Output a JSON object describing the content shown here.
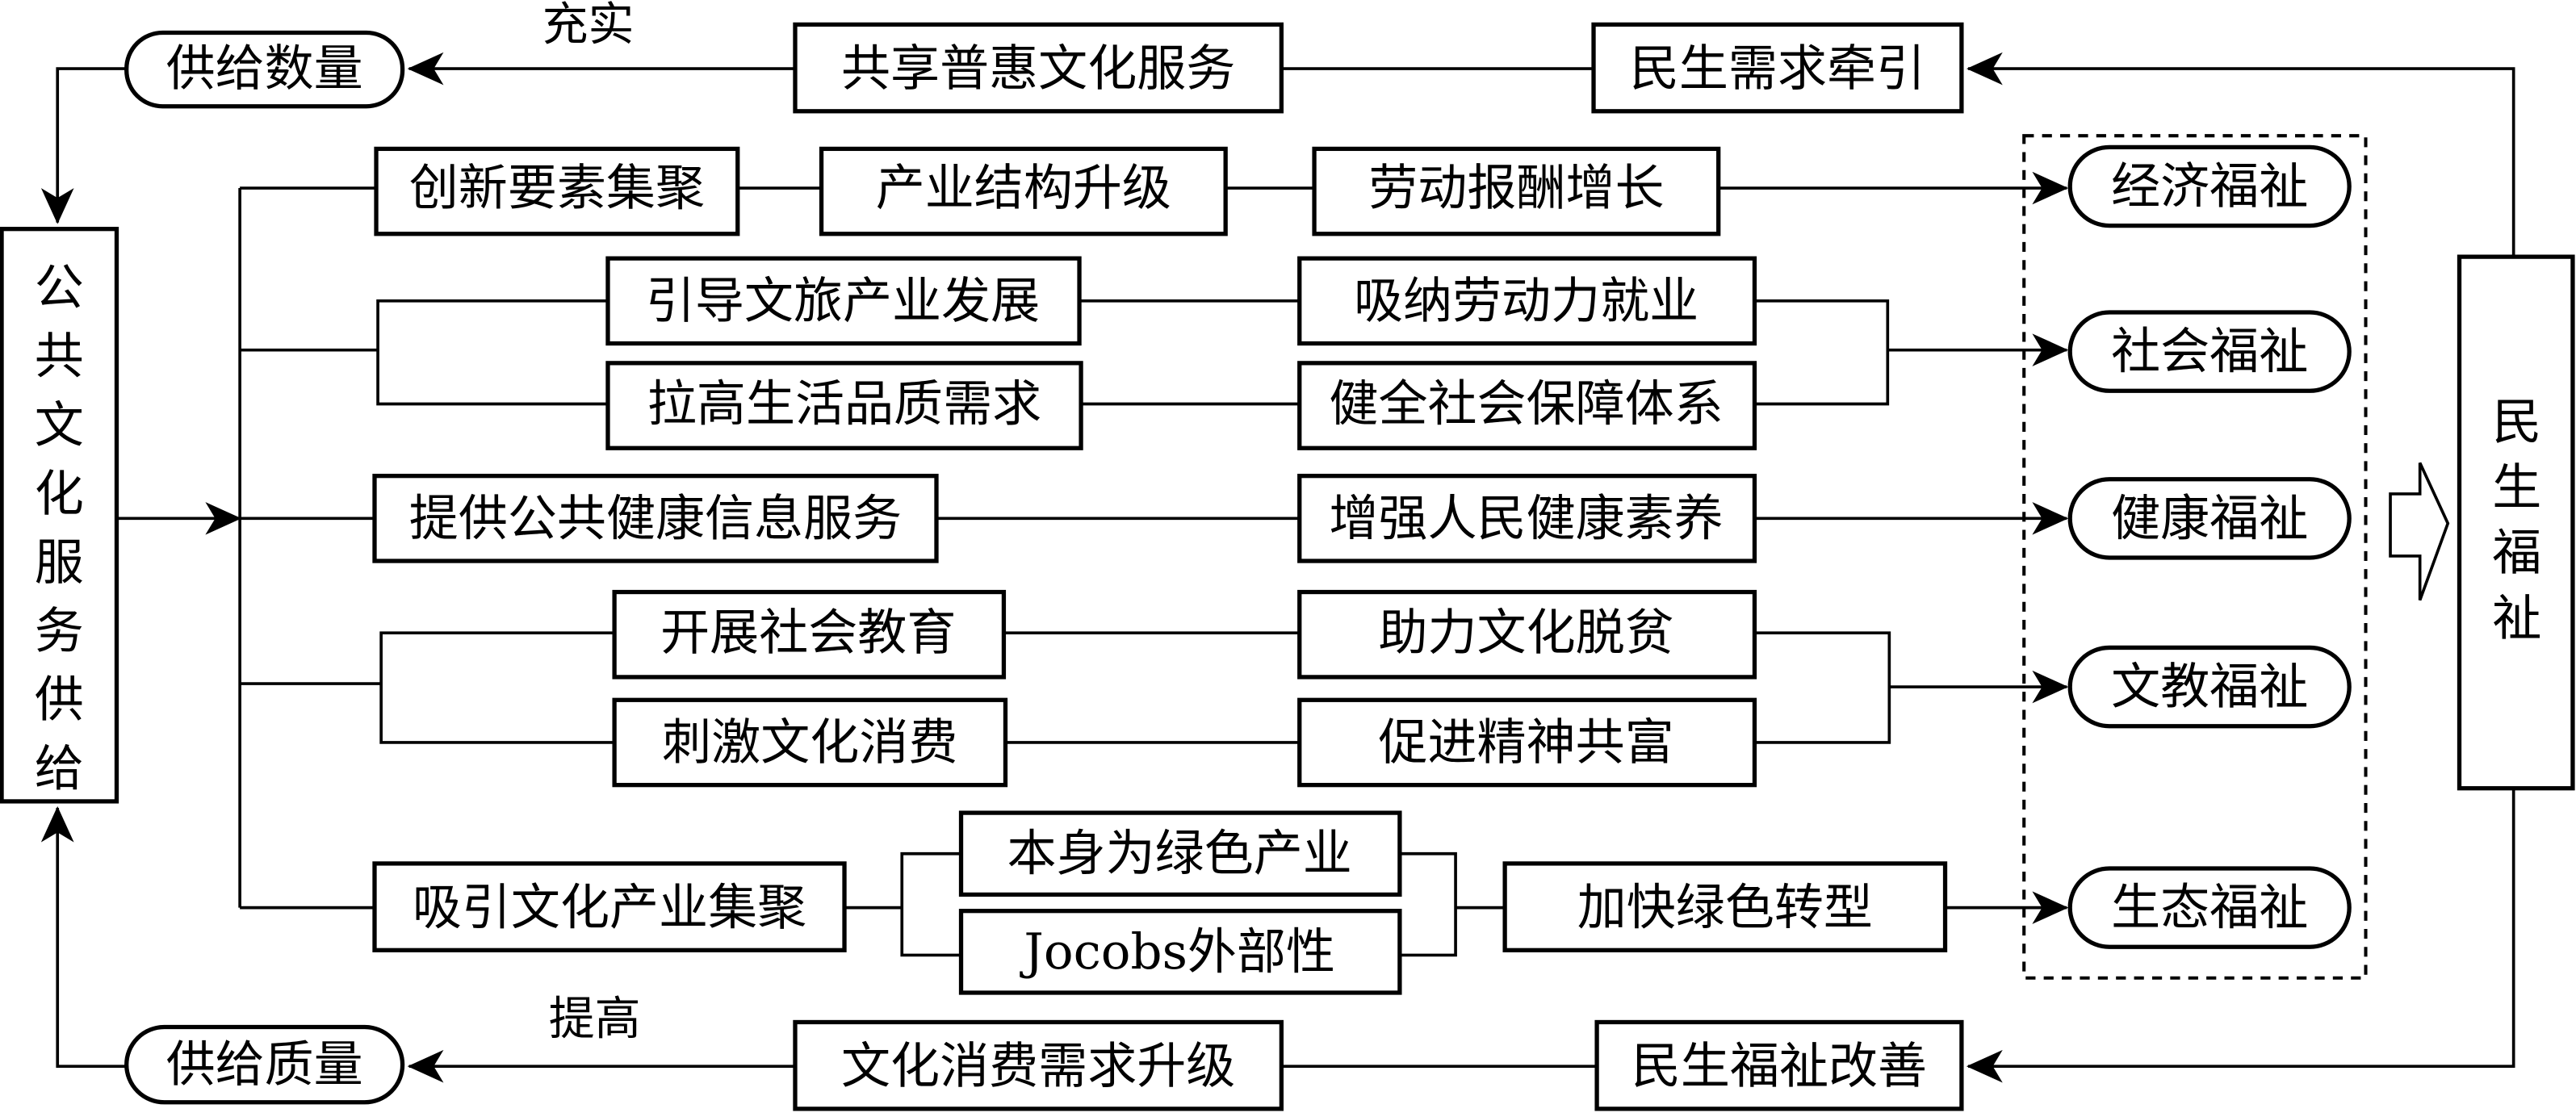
{
  "diagram": {
    "left_node": {
      "label": "公共文化服务供给",
      "chars": [
        "公",
        "共",
        "文",
        "化",
        "服",
        "务",
        "供",
        "给"
      ]
    },
    "right_node": {
      "label": "民生福祉",
      "chars": [
        "民",
        "生",
        "福",
        "祉"
      ]
    },
    "top_loop": {
      "supply_node": "供给数量",
      "edge_label": "充实",
      "middle_box": "共享普惠文化服务",
      "source_box": "民生需求牵引"
    },
    "bottom_loop": {
      "supply_node": "供给质量",
      "edge_label": "提高",
      "middle_box": "文化消费需求升级",
      "source_box": "民生福祉改善"
    },
    "paths": {
      "economic": [
        "创新要素集聚",
        "产业结构升级",
        "劳动报酬增长"
      ],
      "social": {
        "upper": [
          "引导文旅产业发展",
          "吸纳劳动力就业"
        ],
        "lower": [
          "拉高生活品质需求",
          "健全社会保障体系"
        ]
      },
      "health": [
        "提供公共健康信息服务",
        "增强人民健康素养"
      ],
      "education": {
        "upper": [
          "开展社会教育",
          "助力文化脱贫"
        ],
        "lower": [
          "刺激文化消费",
          "促进精神共富"
        ]
      },
      "ecological": {
        "start": "吸引文化产业集聚",
        "branches": [
          "本身为绿色产业",
          "Jocobs外部性"
        ],
        "end": "加快绿色转型"
      }
    },
    "welfare_outcomes": [
      "经济福祉",
      "社会福祉",
      "健康福祉",
      "文教福祉",
      "生态福祉"
    ]
  }
}
